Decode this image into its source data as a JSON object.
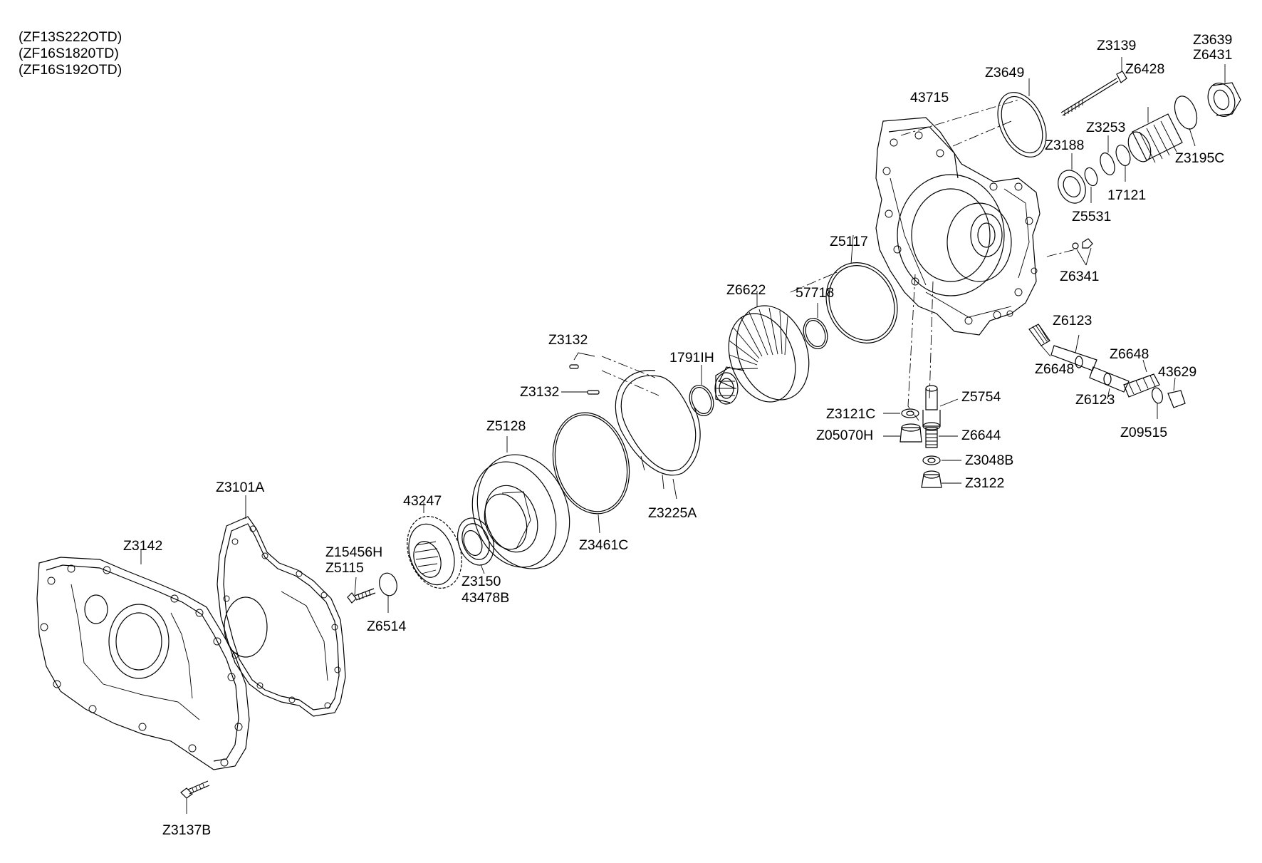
{
  "models": [
    "(ZF13S222OTD)",
    "(ZF16S1820TD)",
    "(ZF16S192OTD)"
  ],
  "labels": {
    "z3139": "Z3139",
    "z3639": "Z3639",
    "z6431": "Z6431",
    "z3649": "Z3649",
    "n43715": "43715",
    "z6428": "Z6428",
    "z3253": "Z3253",
    "z3188": "Z3188",
    "z3195c": "Z3195C",
    "n17121": "17121",
    "z5531": "Z5531",
    "z5117": "Z5117",
    "z6341": "Z6341",
    "z6622": "Z6622",
    "n57718": "57718",
    "z6123a": "Z6123",
    "z6648a": "Z6648",
    "z6648b": "Z6648",
    "n43629": "43629",
    "z3132a": "Z3132",
    "n1791ih": "1791IH",
    "z3132b": "Z3132",
    "z5754": "Z5754",
    "z6123b": "Z6123",
    "z3121c": "Z3121C",
    "z09515": "Z09515",
    "z05070h": "Z05070H",
    "z6644": "Z6644",
    "z5128": "Z5128",
    "z3048b": "Z3048B",
    "z3122": "Z3122",
    "z3101a": "Z3101A",
    "z3225a": "Z3225A",
    "n43247": "43247",
    "z3142": "Z3142",
    "z3461c": "Z3461C",
    "z15456h": "Z15456H",
    "z5115": "Z5115",
    "z3150": "Z3150",
    "n43478b": "43478B",
    "z6514": "Z6514",
    "z3137b": "Z3137B"
  }
}
